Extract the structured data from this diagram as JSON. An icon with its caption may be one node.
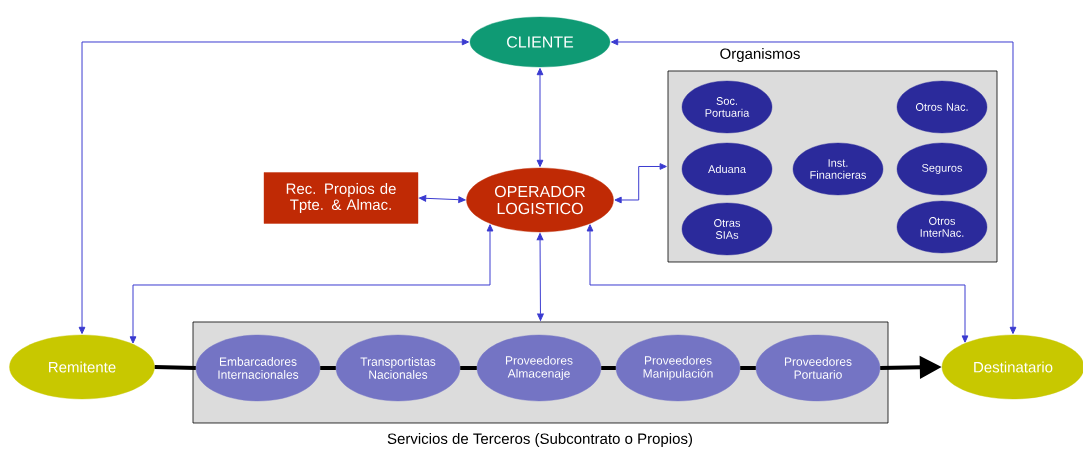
{
  "diagram": {
    "nodes": [
      {
        "text": [
          "CLIENTE"
        ]
      },
      {
        "text": [
          "Rec. Propios de Tpte. & Almac."
        ]
      },
      {
        "text": [
          "OPERADOR LOGISTICO"
        ]
      },
      {
        "text": [
          "Organismos"
        ]
      },
      {
        "text": [
          "Soc. Portuaria"
        ],
        "in": 3
      },
      {
        "text": [
          "Otros Nac."
        ],
        "in": 3
      },
      {
        "text": [
          "Aduana"
        ],
        "in": 3
      },
      {
        "text": [
          "Inst. Financieras"
        ],
        "in": 3
      },
      {
        "text": [
          "Seguros"
        ],
        "in": 3
      },
      {
        "text": [
          "Otras SIAs"
        ],
        "in": 3
      },
      {
        "text": [
          "Otros InterNac."
        ],
        "in": 3
      },
      {
        "text": [
          "Remitente"
        ]
      },
      {
        "text": [
          "Servicios de Terceros (Subcontrato o Propios)"
        ]
      },
      {
        "text": [
          "Embarcadores Internacionales"
        ],
        "in": 12
      },
      {
        "text": [
          "Transportistas Nacionales"
        ],
        "in": 12
      },
      {
        "text": [
          "Proveedores Almacenaje"
        ],
        "in": 12
      },
      {
        "text": [
          "Proveedores Manipulación"
        ],
        "in": 12
      },
      {
        "text": [
          "Proveedores Portuario"
        ],
        "in": 12
      },
      {
        "text": [
          "Destinatario"
        ]
      }
    ],
    "edges": [
      {
        "from": 11,
        "to": 0,
        "arrow": "both",
        "color": "#3a3ad0"
      },
      {
        "from": 0,
        "to": 18,
        "arrow": "both",
        "color": "#3a3ad0"
      },
      {
        "from": 0,
        "to": 2,
        "arrow": "both",
        "color": "#3a3ad0"
      },
      {
        "from": 1,
        "to": 2,
        "arrow": "both",
        "color": "#3a3ad0"
      },
      {
        "from": 2,
        "to": 3,
        "arrow": "both",
        "color": "#3a3ad0"
      },
      {
        "from": 2,
        "to": 11,
        "arrow": "both",
        "color": "#3a3ad0"
      },
      {
        "from": 2,
        "to": 12,
        "arrow": "both",
        "color": "#3a3ad0"
      },
      {
        "from": 2,
        "to": 18,
        "arrow": "both",
        "color": "#3a3ad0"
      },
      {
        "from": 11,
        "to": 13,
        "arrow": "none",
        "style": "thick",
        "color": "#000000"
      },
      {
        "from": 13,
        "to": 14,
        "arrow": "none",
        "style": "thick",
        "color": "#000000"
      },
      {
        "from": 14,
        "to": 15,
        "arrow": "none",
        "style": "thick",
        "color": "#000000"
      },
      {
        "from": 15,
        "to": 16,
        "arrow": "none",
        "style": "thick",
        "color": "#000000"
      },
      {
        "from": 16,
        "to": 17,
        "arrow": "none",
        "style": "thick",
        "color": "#000000"
      },
      {
        "from": 17,
        "to": 18,
        "arrow": "to",
        "style": "thick",
        "color": "#000000"
      }
    ]
  }
}
